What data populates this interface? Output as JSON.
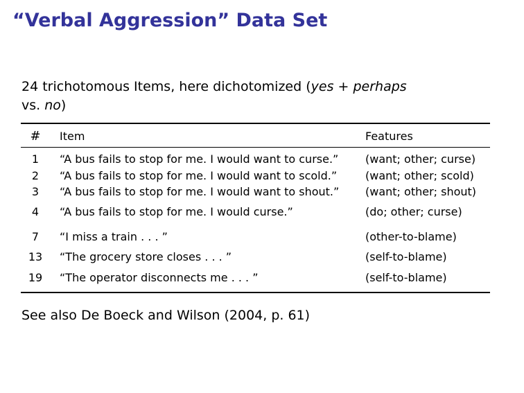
{
  "slide": {
    "title": "“Verbal Aggression” Data Set",
    "intro": {
      "line1_text": "24 trichotomous Items, here dichotomized (",
      "line1_em1": "yes",
      "line1_mid": " + ",
      "line1_em2": "perhaps",
      "line2_text": "vs. ",
      "line2_em": "no",
      "line2_end": ")"
    },
    "table": {
      "headers": {
        "num": "#",
        "item": "Item",
        "features": "Features"
      },
      "rows": [
        {
          "num": "1",
          "item": "“A bus fails to stop for me. I would want to curse.”",
          "features": "(want; other; curse)"
        },
        {
          "num": "2",
          "item": "“A bus fails to stop for me. I would want to scold.”",
          "features": "(want; other; scold)"
        },
        {
          "num": "3",
          "item": "“A bus fails to stop for me. I would want to shout.”",
          "features": "(want; other; shout)"
        },
        {
          "num": "4",
          "item": "“A bus fails to stop for me. I would curse.”",
          "features": "(do; other; curse)"
        },
        {
          "num": "7",
          "item": "“I miss a train . . . ”",
          "features": "(other-to-blame)"
        },
        {
          "num": "13",
          "item": "“The grocery store closes . . . ”",
          "features": "(self-to-blame)"
        },
        {
          "num": "19",
          "item": "“The operator disconnects me . . . ”",
          "features": "(self-to-blame)"
        }
      ]
    },
    "footer": "See also De Boeck and Wilson (2004, p. 61)"
  }
}
